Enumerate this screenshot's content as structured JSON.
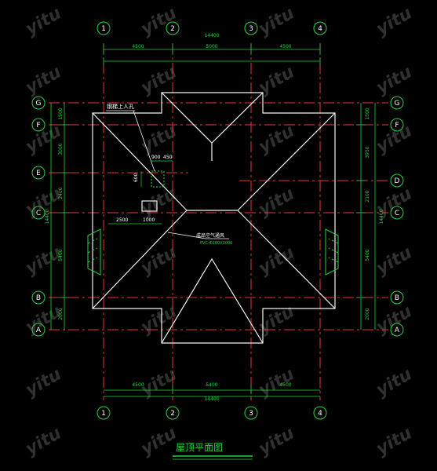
{
  "drawing": {
    "title": "屋顶平面图",
    "watermark": "yitu",
    "colors": {
      "background": "#000000",
      "grid_axis": "#e8333a",
      "dimension": "#22d33a",
      "outline": "#f2f2f2",
      "bubble": "#26d63a",
      "label": "#ffffff",
      "title": "#22d33a",
      "annotation": "#ffffff"
    },
    "axes_top": [
      "1",
      "2",
      "3",
      "4"
    ],
    "axes_bottom": [
      "1",
      "2",
      "3",
      "4"
    ],
    "axes_left": [
      "G",
      "F",
      "E",
      "C",
      "B",
      "A"
    ],
    "axes_right": [
      "G",
      "F",
      "D",
      "C",
      "B",
      "A"
    ],
    "dims_top": {
      "spans": [
        "4500",
        "5000",
        "4500"
      ],
      "total": "14400"
    },
    "dims_bottom": {
      "spans": [
        "4500",
        "5400",
        "4500"
      ],
      "total": "14400"
    },
    "dims_left": {
      "spans": [
        "1500",
        "3000",
        "2400",
        "5400",
        "2000"
      ],
      "total": "14400"
    },
    "dims_right": {
      "spans": [
        "1500",
        "3950",
        "2100",
        "5400",
        "2000"
      ],
      "total": "14400"
    },
    "annotations": {
      "hatch_note": "钢梯上人孔",
      "hatch_dim_a": "900",
      "hatch_dim_b": "450",
      "hatch_dim_c": "600",
      "dim_2500": "2500",
      "dim_1000": "1000",
      "vent_label": "成品空气通风",
      "vent_spec": "PVC-Φ200X1000"
    }
  }
}
